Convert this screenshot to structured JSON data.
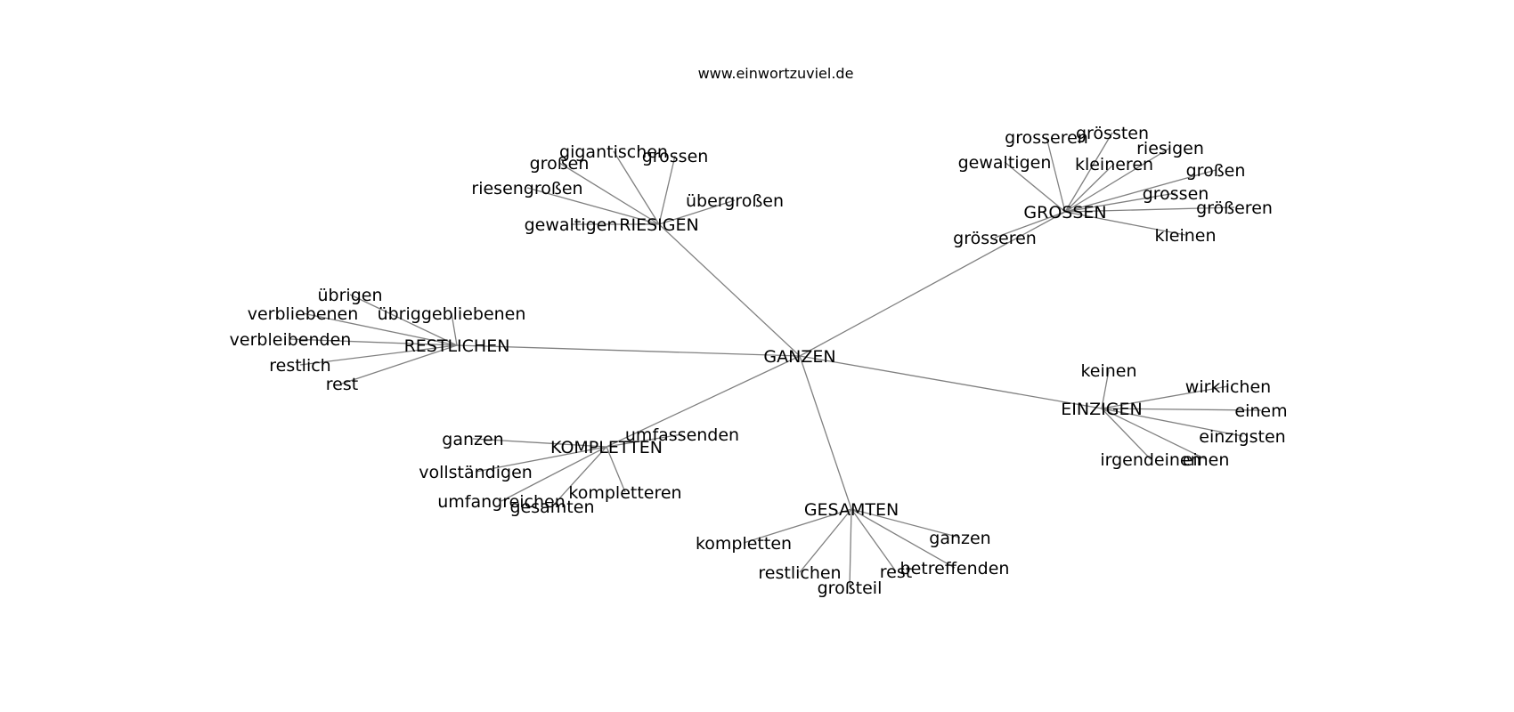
{
  "header": {
    "site": "www.einwortzuviel.de"
  },
  "graph": {
    "root": "GANZEN",
    "clusters": [
      {
        "hub": "RIESIGEN",
        "words": [
          "gigantischen",
          "grossen",
          "großen",
          "riesengroßen",
          "übergroßen",
          "gewaltigen"
        ]
      },
      {
        "hub": "GROSSEN",
        "words": [
          "grösseren",
          "gewaltigen",
          "grosseren",
          "grössten",
          "kleineren",
          "riesigen",
          "großen",
          "grossen",
          "größeren",
          "kleinen"
        ]
      },
      {
        "hub": "RESTLICHEN",
        "words": [
          "übrigen",
          "übriggebliebenen",
          "verbliebenen",
          "verbleibenden",
          "restlich",
          "rest"
        ]
      },
      {
        "hub": "EINZIGEN",
        "words": [
          "keinen",
          "wirklichen",
          "einem",
          "einzigsten",
          "einen",
          "irgendeinen"
        ]
      },
      {
        "hub": "KOMPLETTEN",
        "words": [
          "ganzen",
          "umfassenden",
          "vollständigen",
          "kompletteren",
          "umfangreichen",
          "gesamten"
        ]
      },
      {
        "hub": "GESAMTEN",
        "words": [
          "kompletten",
          "ganzen",
          "restlichen",
          "betreffenden",
          "rest",
          "großteil"
        ]
      }
    ]
  }
}
